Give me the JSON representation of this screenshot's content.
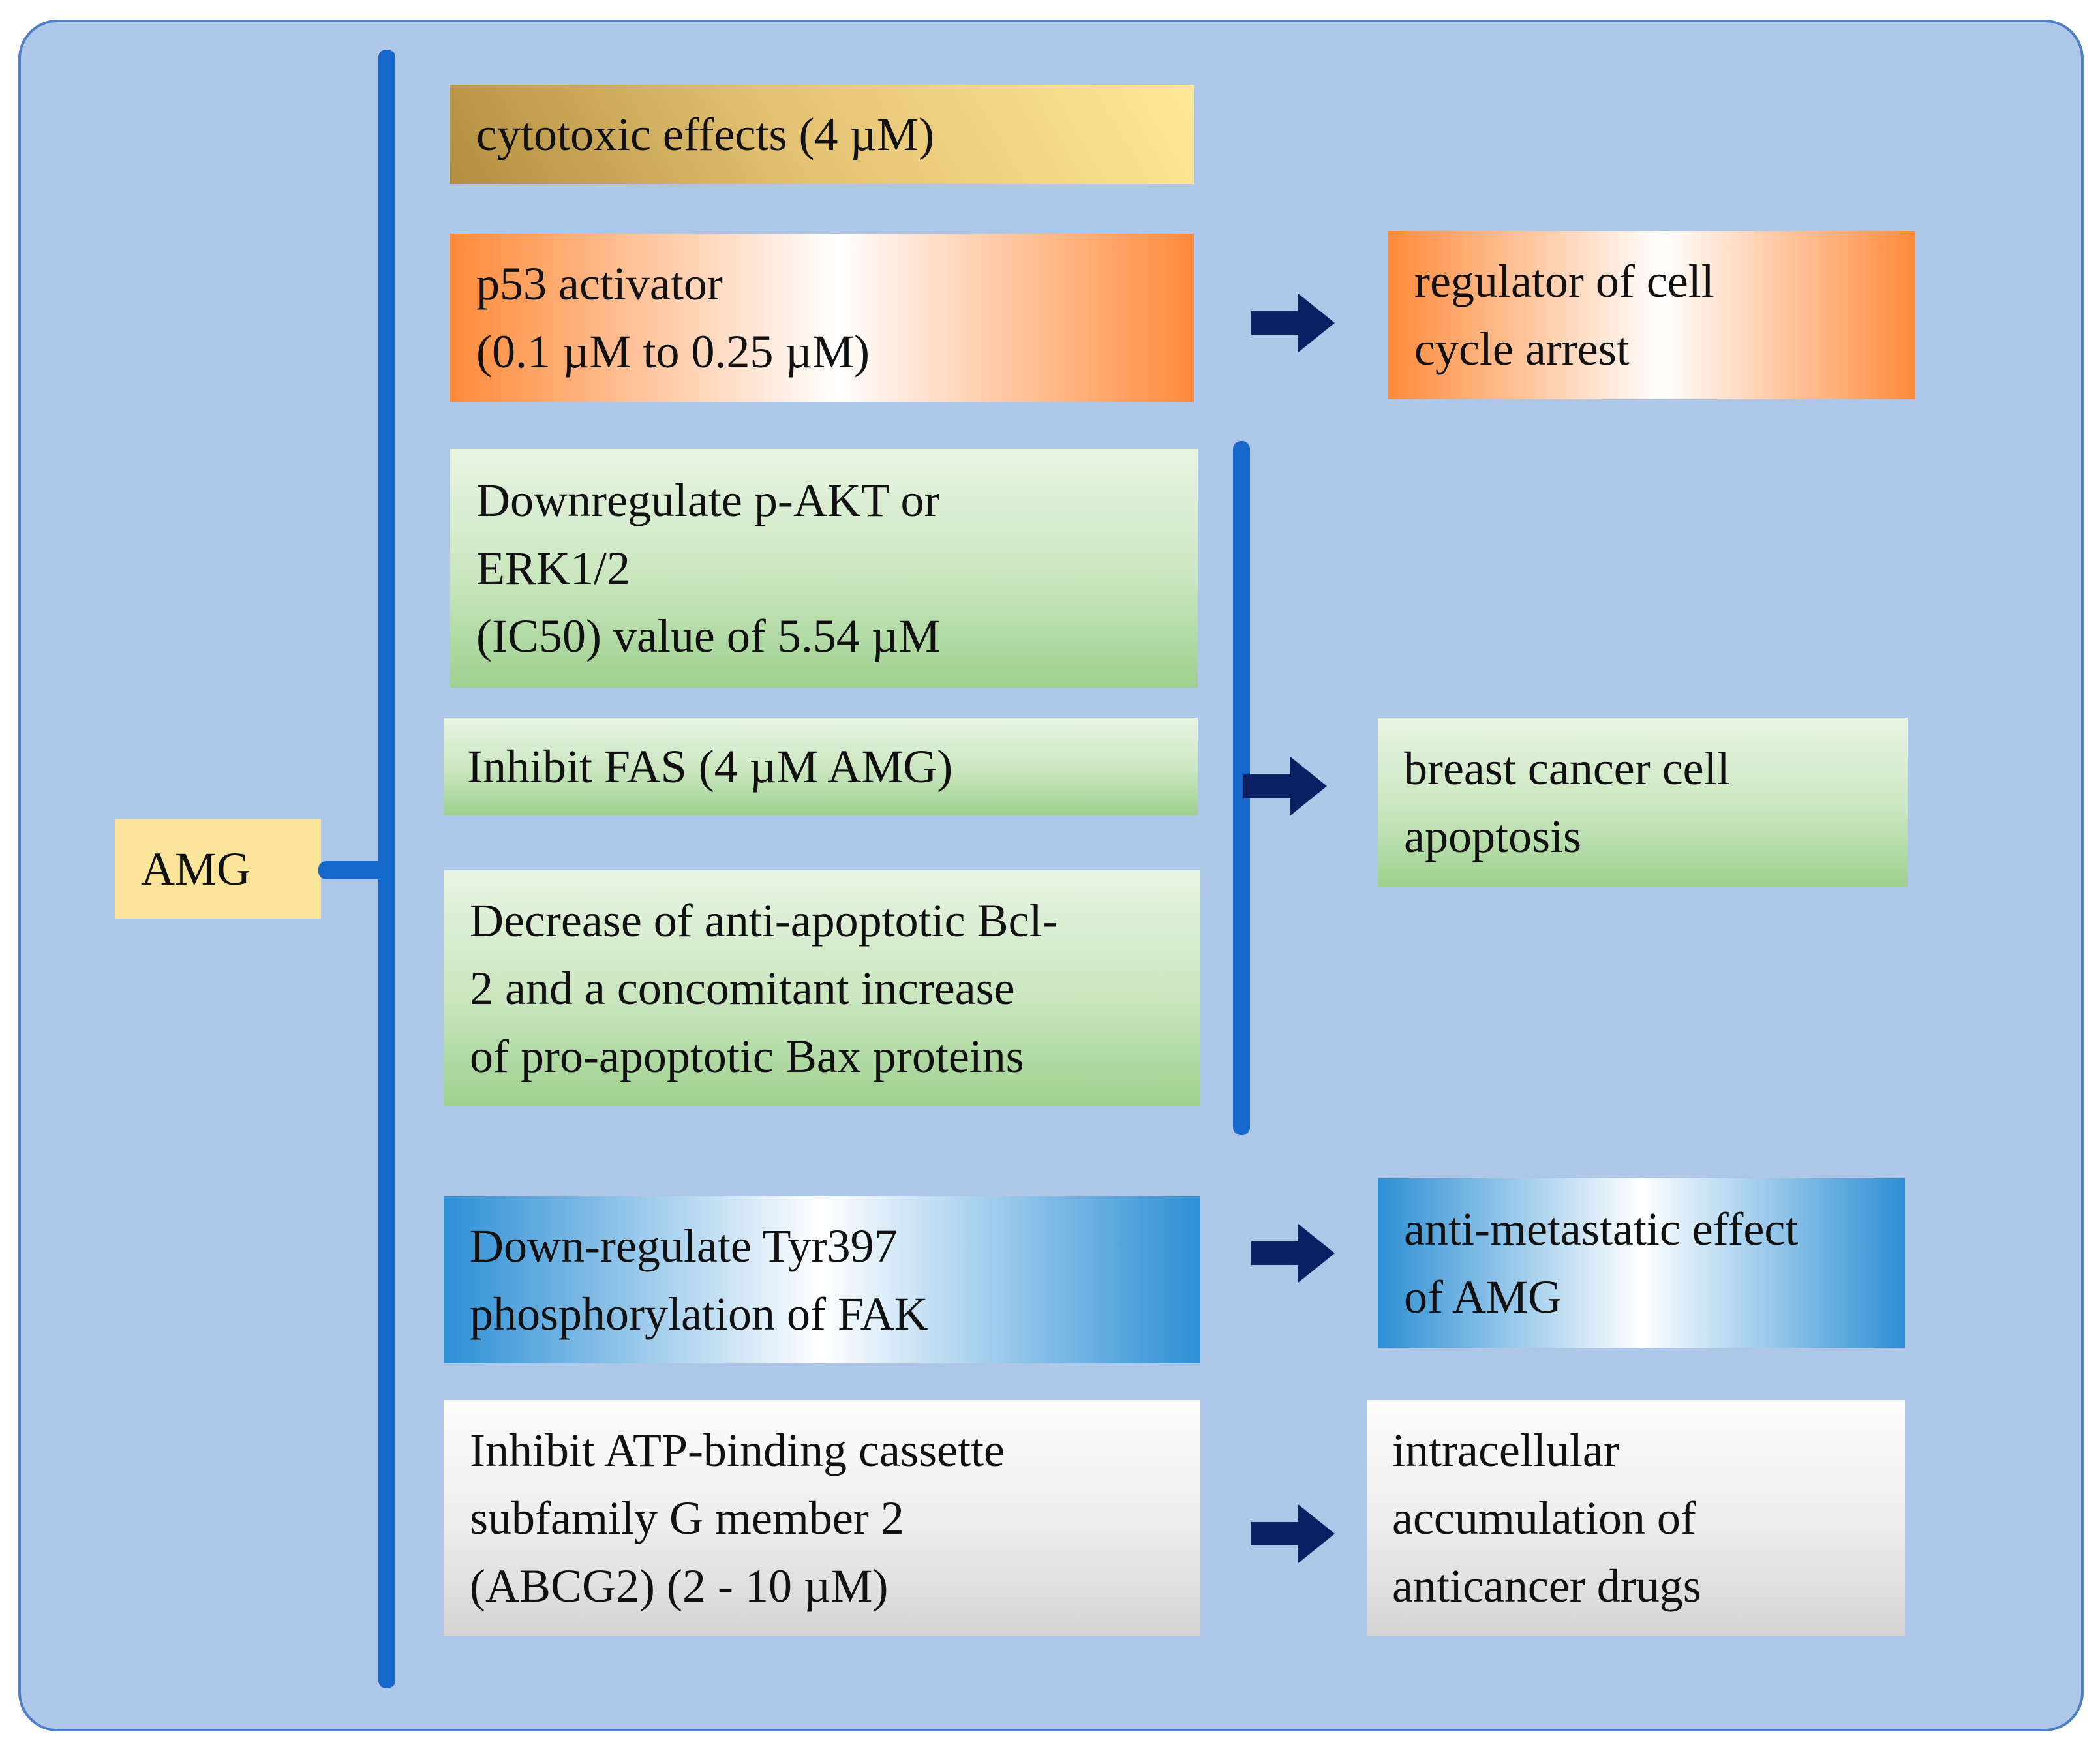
{
  "source": {
    "label": "AMG"
  },
  "effects": [
    {
      "lines": [
        "cytotoxic effects (4 µM)"
      ]
    },
    {
      "lines": [
        "p53 activator",
        "(0.1 µM to 0.25 µM)"
      ]
    },
    {
      "lines": [
        "Downregulate p-AKT or",
        "ERK1/2",
        "(IC50) value of 5.54 µM"
      ]
    },
    {
      "lines": [
        "Inhibit FAS (4 µM AMG)"
      ]
    },
    {
      "lines": [
        "Decrease of anti-apoptotic Bcl-",
        "2 and a concomitant increase",
        "of pro-apoptotic Bax proteins"
      ]
    },
    {
      "lines": [
        "Down-regulate Tyr397",
        "phosphorylation of FAK"
      ]
    },
    {
      "lines": [
        "Inhibit  ATP-binding cassette",
        "subfamily G member 2",
        "(ABCG2) (2 - 10 µM)"
      ]
    }
  ],
  "outcomes": [
    {
      "lines": [
        "regulator of cell",
        "cycle arrest"
      ]
    },
    {
      "lines": [
        "breast cancer cell",
        "apoptosis"
      ]
    },
    {
      "lines": [
        "anti-metastatic effect",
        "of AMG"
      ]
    },
    {
      "lines": [
        "intracellular",
        "accumulation of",
        "anticancer drugs"
      ]
    }
  ],
  "colors": {
    "panel": "#aec6e8",
    "connector": "#1567c9",
    "arrow": "#0c1f63"
  }
}
